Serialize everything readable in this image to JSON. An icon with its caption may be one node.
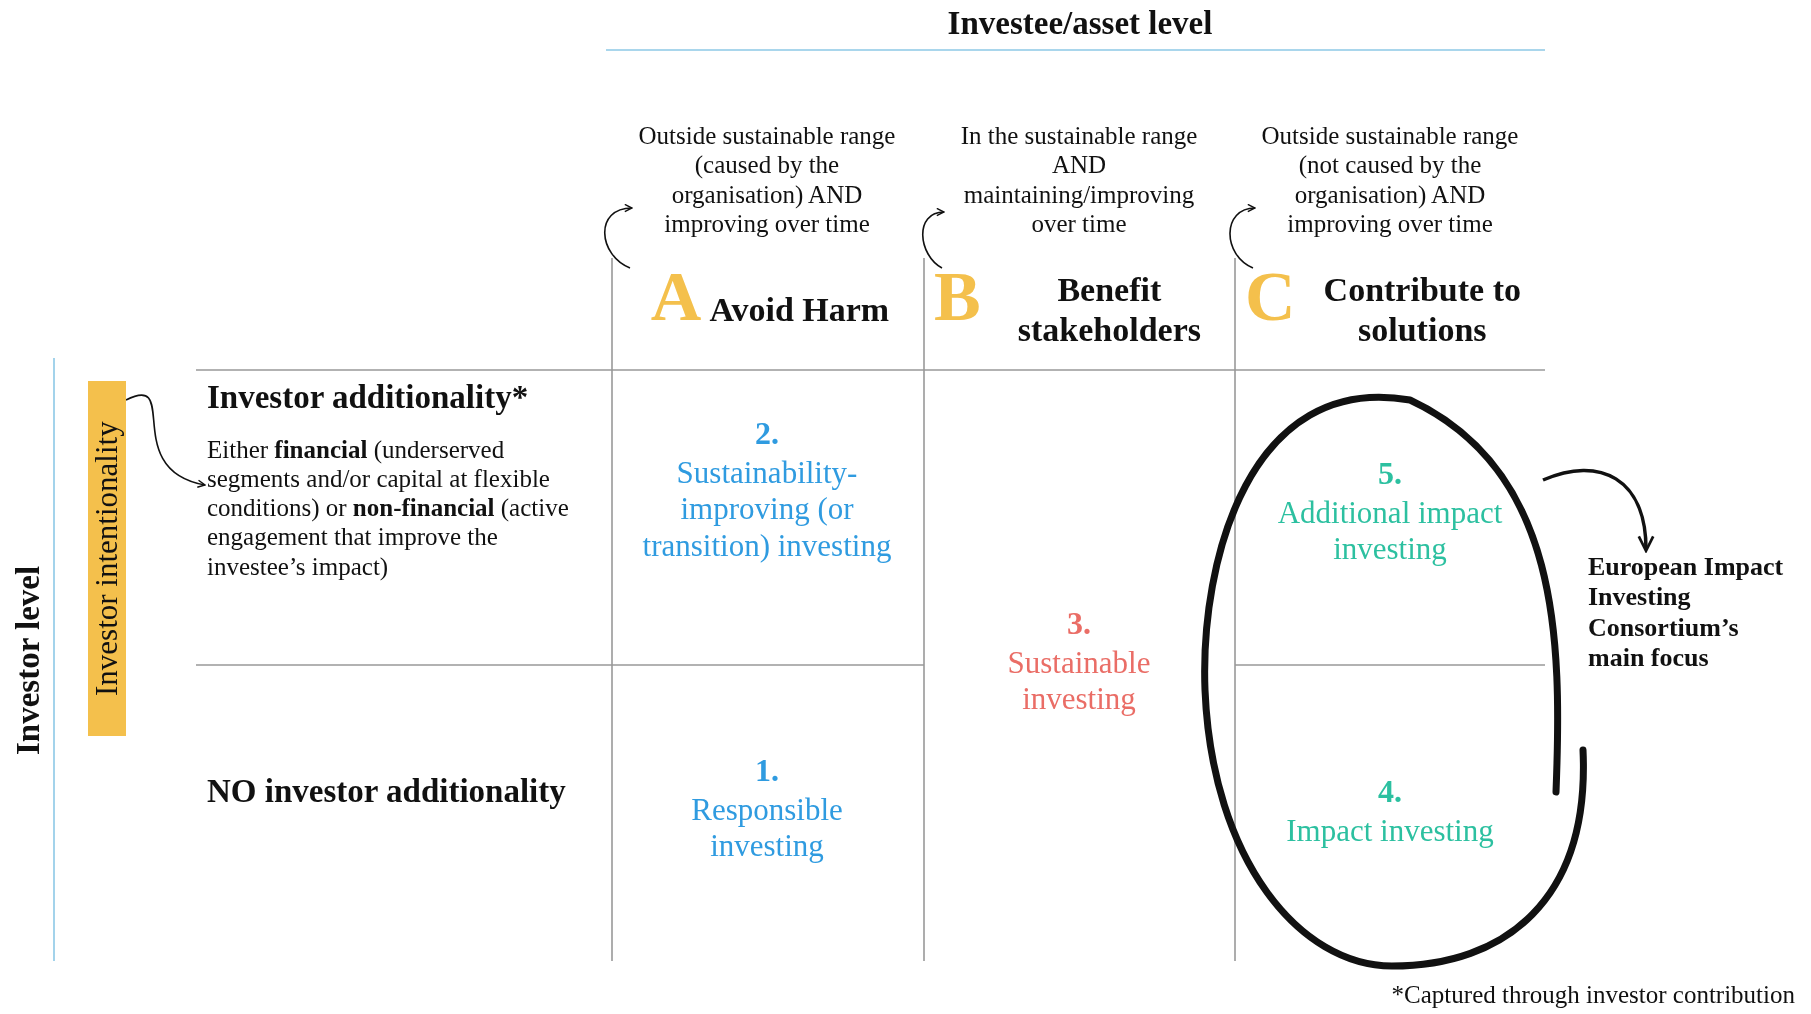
{
  "diagram": {
    "nodes": [
      {
        "text": [
          "A",
          "Avoid Harm"
        ]
      },
      {
        "text": [
          "Outside sustainable range (caused by the organisation) AND improving over time"
        ]
      },
      {
        "text": [
          "B",
          "Benefit stakeholders"
        ]
      },
      {
        "text": [
          "In the sustainable range AND maintaining/improving over time"
        ]
      },
      {
        "text": [
          "C",
          "Contribute to solutions"
        ]
      },
      {
        "text": [
          "Outside sustainable range (not caused by the organisation) AND improving over time"
        ]
      },
      {
        "text": [
          "Investor intentionality"
        ]
      },
      {
        "text": [
          "Investor additionality*",
          "Either **financial** (underserved segments and/or capital at flexible conditions) or **non-financial** (active engagement that improve the investee’s impact)"
        ]
      },
      {
        "text": [],
        "shape": "circle"
      },
      {
        "text": [
          "European Impact Investing Consortium’s main focus"
        ]
      }
    ],
    "edges": [
      {
        "from": 0,
        "to": 1,
        "arrow": "to"
      },
      {
        "from": 2,
        "to": 3,
        "arrow": "to"
      },
      {
        "from": 4,
        "to": 5,
        "arrow": "to"
      },
      {
        "from": 6,
        "to": 7,
        "arrow": "to"
      },
      {
        "from": 8,
        "to": 9,
        "arrow": "to"
      }
    ],
    "labels": [
      "Investee/asset level",
      "2.",
      "Sustainability-improving (or transition) investing",
      "5.",
      "Additional impact investing",
      "Investor level",
      "3.",
      "Sustainable investing",
      "NO investor additionality",
      "1.",
      "Responsible investing",
      "4.",
      "Impact investing",
      "*Captured through investor contribution"
    ]
  }
}
